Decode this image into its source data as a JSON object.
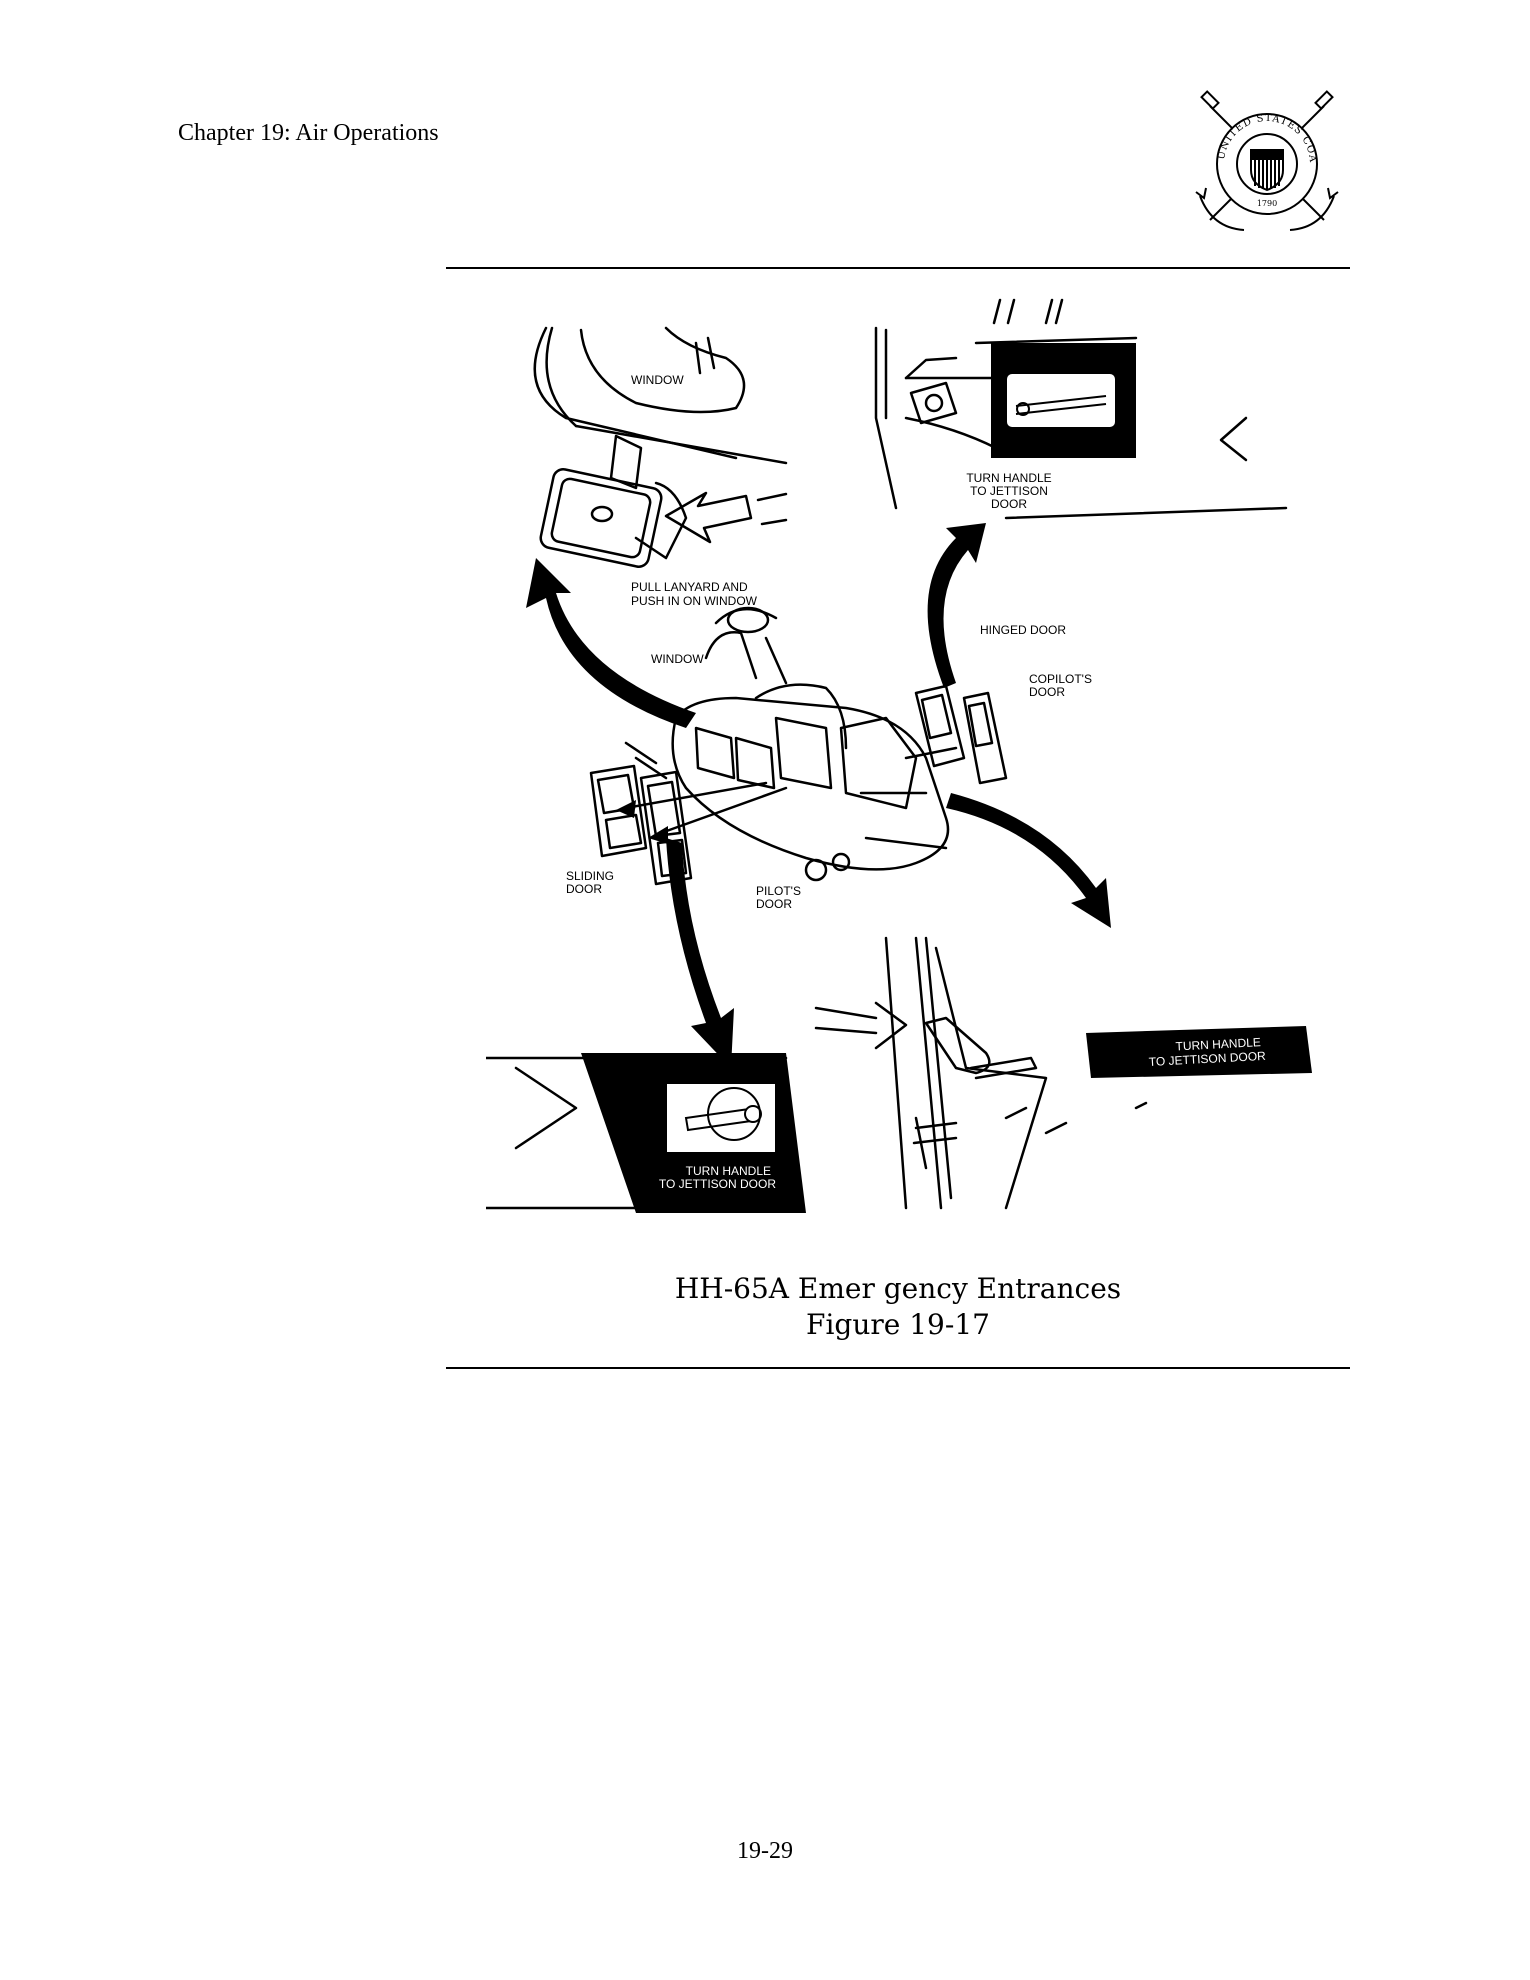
{
  "header": {
    "chapter_title": "Chapter 19:  Air Operations",
    "seal_text": "UNITED STATES COAST GUARD",
    "seal_year": "1790"
  },
  "figure": {
    "labels": {
      "window_top": "WINDOW",
      "pull_lanyard_1": "PULL LANYARD AND",
      "pull_lanyard_2": "PUSH IN ON WINDOW",
      "turn_handle_tr_1": "TURN HANDLE",
      "turn_handle_tr_2": "TO JETTISON",
      "turn_handle_tr_3": "DOOR",
      "hinged_door": "HINGED DOOR",
      "copilot_door_1": "COPILOT'S",
      "copilot_door_2": "DOOR",
      "window_mid": "WINDOW",
      "sliding_door_1": "SLIDING",
      "sliding_door_2": "DOOR",
      "pilot_door_1": "PILOT'S",
      "pilot_door_2": "DOOR",
      "turn_handle_bl_1": "TURN HANDLE",
      "turn_handle_bl_2": "TO JETTISON DOOR",
      "turn_handle_br_1": "TURN HANDLE",
      "turn_handle_br_2": "TO JETTISON DOOR"
    },
    "caption_title": "HH-65A Emer gency Entrances",
    "caption_number": "Figure 19-17"
  },
  "footer": {
    "page_number": "19-29"
  }
}
